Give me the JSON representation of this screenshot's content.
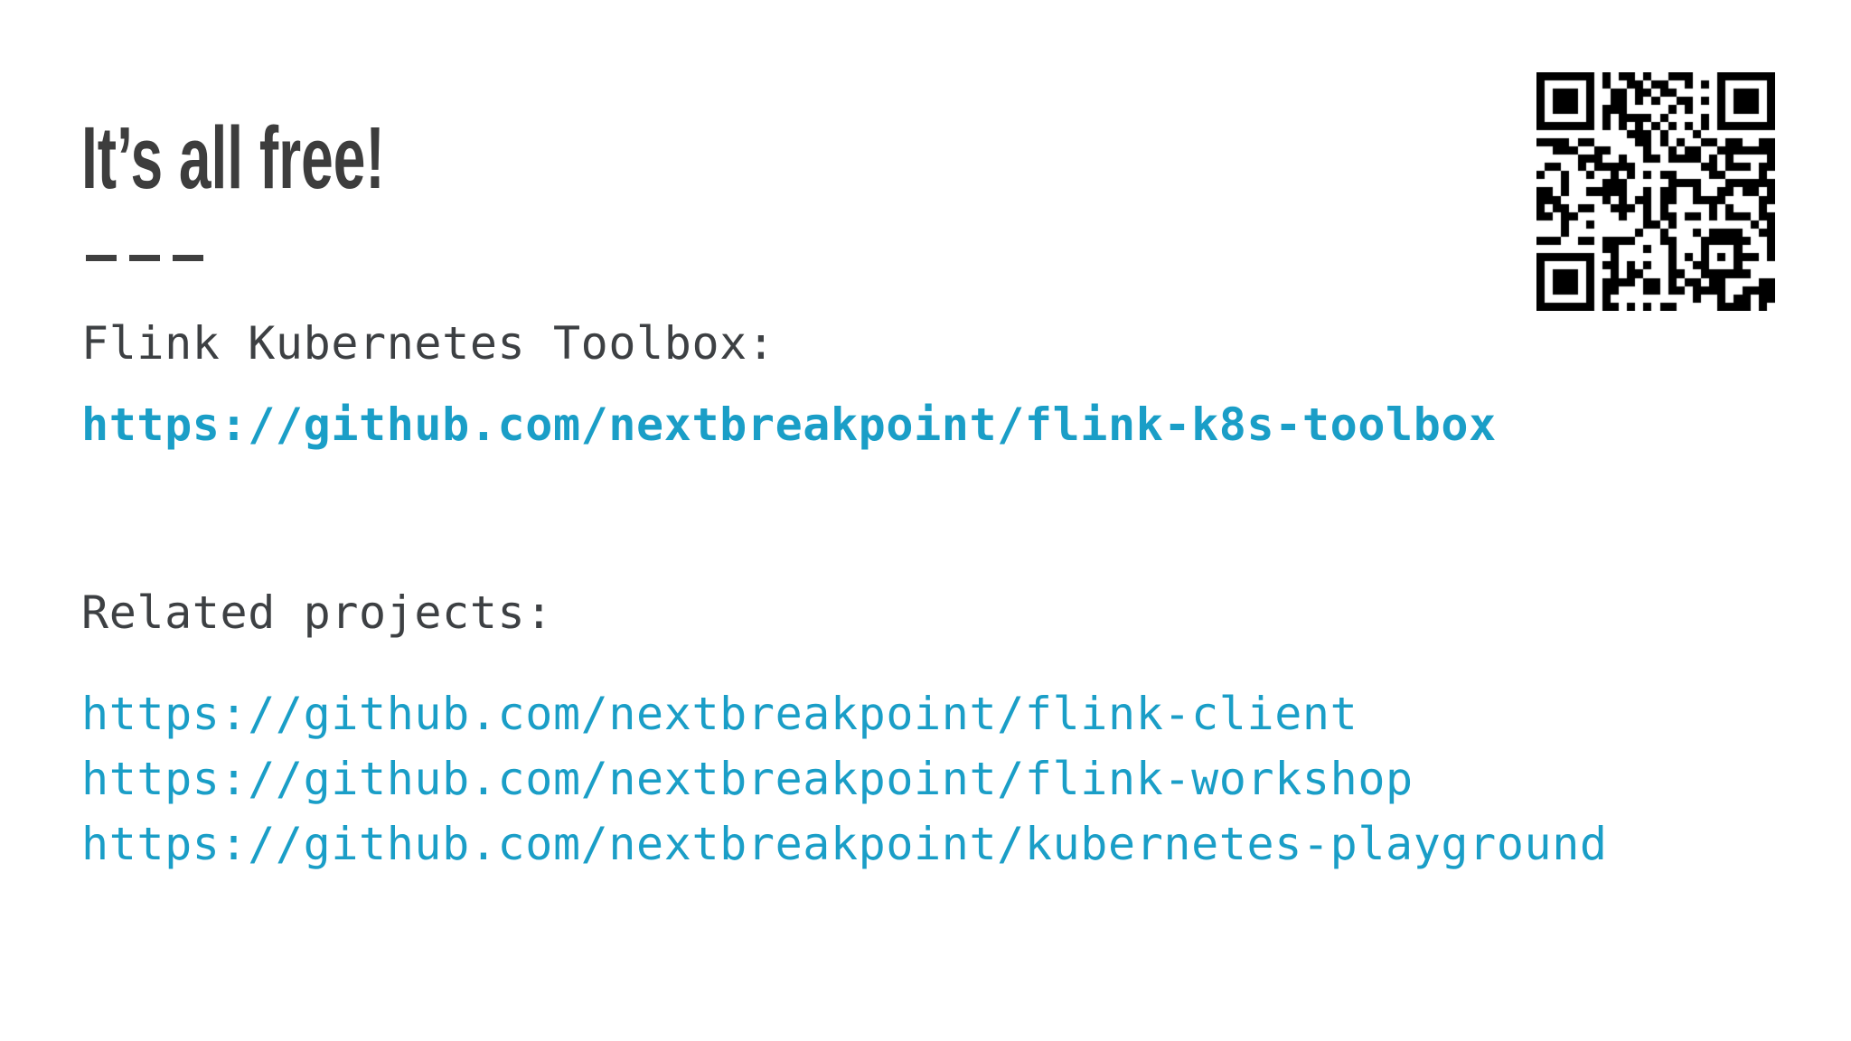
{
  "page": {
    "background": "#ffffff"
  },
  "title": {
    "text": "It’s all free!",
    "color": "#3d3d3d"
  },
  "divider": {
    "dash_count": 3,
    "color": "#3f3f3f"
  },
  "toolbox": {
    "label": "Flink Kubernetes Toolbox:",
    "link": "https://github.com/nextbreakpoint/flink-k8s-toolbox"
  },
  "related": {
    "label": "Related projects:",
    "links": [
      "https://github.com/nextbreakpoint/flink-client",
      "https://github.com/nextbreakpoint/flink-workshop",
      "https://github.com/nextbreakpoint/kubernetes-playground"
    ]
  },
  "qr_code": {
    "encodes": "https://github.com/nextbreakpoint/flink-k8s-toolbox",
    "foreground": "#000000",
    "background": "#ffffff"
  },
  "colors": {
    "link": "#1a9ec7",
    "body_text": "#3d4043"
  }
}
